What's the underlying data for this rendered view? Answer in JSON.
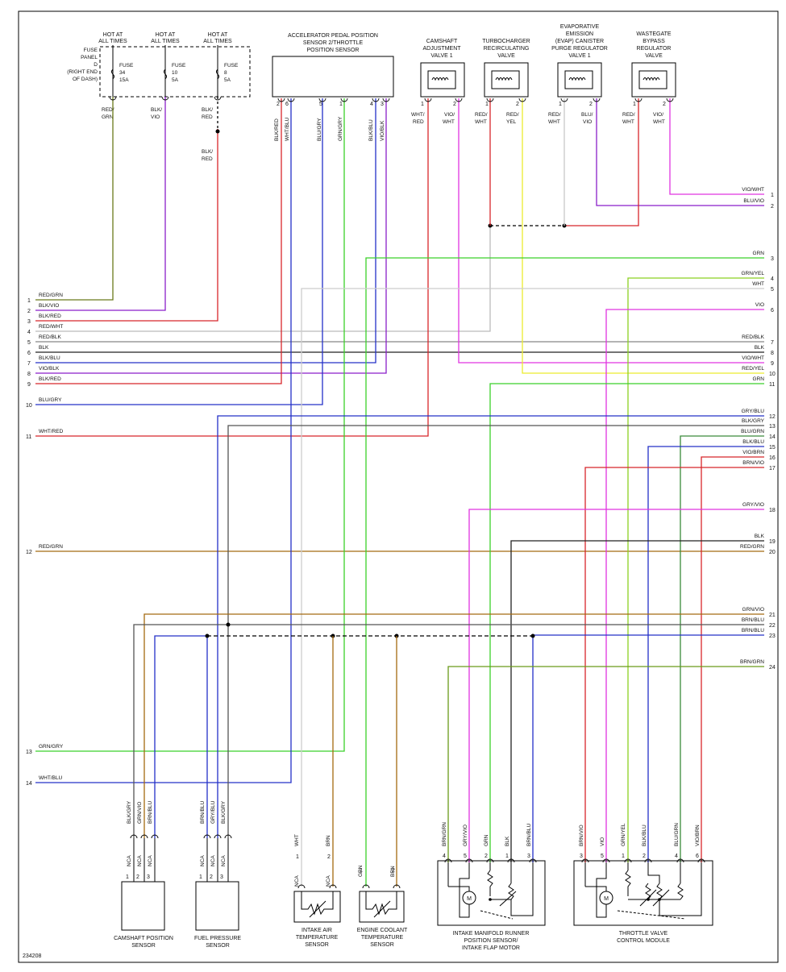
{
  "figure_id": "234208",
  "fuses": [
    {
      "hot": [
        "HOT AT",
        "ALL TIMES"
      ],
      "name": [
        "FUSE",
        "34",
        "15A"
      ],
      "wire": [
        "RED/",
        "GRN"
      ]
    },
    {
      "hot": [
        "HOT AT",
        "ALL TIMES"
      ],
      "name": [
        "FUSE",
        "10",
        "5A"
      ],
      "wire": [
        "BLK/",
        "VIO"
      ]
    },
    {
      "hot": [
        "HOT AT",
        "ALL TIMES"
      ],
      "name": [
        "FUSE",
        "8",
        "5A"
      ],
      "wire": [
        "BLK/",
        "RED"
      ],
      "wire2": [
        "BLK/",
        "RED"
      ]
    }
  ],
  "fuse_panel": [
    "FUSE",
    "PANEL",
    "D",
    "(RIGHT END",
    "OF DASH)"
  ],
  "top_components": [
    {
      "title": [
        "CAMSHAFT",
        "ADJUSTMENT",
        "VALVE 1"
      ],
      "pins": [
        "1",
        "2"
      ],
      "wires": [
        [
          "WHT/",
          "RED"
        ],
        [
          "VIO/",
          "WHT"
        ]
      ]
    },
    {
      "title": [
        "TURBOCHARGER",
        "RECIRCULATING",
        "VALVE"
      ],
      "pins": [
        "1",
        "2"
      ],
      "wires": [
        [
          "RED/",
          "WHT"
        ],
        [
          "RED/",
          "YEL"
        ]
      ]
    },
    {
      "title": [
        "EVAPORATIVE",
        "EMISSION",
        "(EVAP) CANISTER",
        "PURGE REGULATOR",
        "VALVE 1"
      ],
      "pins": [
        "1",
        "2"
      ],
      "wires": [
        [
          "RED/",
          "WHT"
        ],
        [
          "BLU/",
          "VIO"
        ]
      ]
    },
    {
      "title": [
        "WASTEGATE",
        "BYPASS",
        "REGULATOR",
        "VALVE"
      ],
      "pins": [
        "1",
        "2"
      ],
      "wires": [
        [
          "RED/",
          "WHT"
        ],
        [
          "VIO/",
          "WHT"
        ]
      ]
    }
  ],
  "app_sensor": {
    "title": [
      "ACCELERATOR PEDAL POSITION",
      "SENSOR 2/THROTTLE",
      "POSITION SENSOR"
    ],
    "pins": [
      "2",
      "6",
      "5",
      "1",
      "4",
      "3"
    ],
    "wires": [
      "BLK/RED",
      "WHT/BLU",
      "BLU/GRY",
      "GRN/GRY",
      "BLK/BLU",
      "VIO/BLK"
    ]
  },
  "left_connector": [
    {
      "pin": "1",
      "wire": "RED/GRN"
    },
    {
      "pin": "2",
      "wire": "BLK/VIO"
    },
    {
      "pin": "3",
      "wire": "BLK/RED"
    },
    {
      "pin": "4",
      "wire": "RED/WHT"
    },
    {
      "pin": "5",
      "wire": "RED/BLK"
    },
    {
      "pin": "6",
      "wire": "BLK"
    },
    {
      "pin": "7",
      "wire": "BLK/BLU"
    },
    {
      "pin": "8",
      "wire": "VIO/BLK"
    },
    {
      "pin": "9",
      "wire": "BLK/RED"
    },
    {
      "pin": "10",
      "wire": "BLU/GRY"
    },
    {
      "pin": "11",
      "wire": "WHT/RED"
    },
    {
      "pin": "12",
      "wire": "RED/GRN"
    },
    {
      "pin": "13",
      "wire": "GRN/GRY"
    },
    {
      "pin": "14",
      "wire": "WHT/BLU"
    }
  ],
  "right_connector": [
    {
      "pin": "1",
      "wire": "VIO/WHT"
    },
    {
      "pin": "2",
      "wire": "BLU/VIO"
    },
    {
      "pin": "3",
      "wire": "GRN"
    },
    {
      "pin": "4",
      "wire": "GRN/YEL"
    },
    {
      "pin": "5",
      "wire": "WHT"
    },
    {
      "pin": "6",
      "wire": "VIO"
    },
    {
      "pin": "7",
      "wire": "RED/BLK"
    },
    {
      "pin": "8",
      "wire": "BLK"
    },
    {
      "pin": "9",
      "wire": "VIO/WHT"
    },
    {
      "pin": "10",
      "wire": "RED/YEL"
    },
    {
      "pin": "11",
      "wire": "GRN"
    },
    {
      "pin": "12",
      "wire": "GRY/BLU"
    },
    {
      "pin": "13",
      "wire": "BLK/GRY"
    },
    {
      "pin": "14",
      "wire": "BLU/GRN"
    },
    {
      "pin": "15",
      "wire": "BLK/BLU"
    },
    {
      "pin": "16",
      "wire": "VIO/BRN"
    },
    {
      "pin": "17",
      "wire": "BRN/VIO"
    },
    {
      "pin": "18",
      "wire": "GRY/VIO"
    },
    {
      "pin": "19",
      "wire": "BLK"
    },
    {
      "pin": "20",
      "wire": "RED/GRN"
    },
    {
      "pin": "21",
      "wire": "GRN/VIO"
    },
    {
      "pin": "22",
      "wire": "BRN/BLU"
    },
    {
      "pin": "23",
      "wire": "BRN/BLU"
    },
    {
      "pin": "24",
      "wire": "BRN/GRN"
    }
  ],
  "bottom_components": [
    {
      "title": [
        "CAMSHAFT POSITION",
        "SENSOR"
      ],
      "pins": [
        "1",
        "2",
        "3"
      ],
      "nca": [
        "NCA",
        "NCA",
        "NCA"
      ],
      "wires": [
        "BLK/GRY",
        "GRN/VIO",
        "BRN/BLU"
      ]
    },
    {
      "title": [
        "FUEL PRESSURE",
        "SENSOR"
      ],
      "pins": [
        "1",
        "2",
        "3"
      ],
      "nca": [
        "NCA",
        "NCA",
        "NCA"
      ],
      "wires": [
        "BRN/BLU",
        "GRY/BLU",
        "BLK/GRY"
      ]
    },
    {
      "title": [
        "INTAKE AIR",
        "TEMPERATURE",
        "SENSOR"
      ],
      "pins": [
        "1",
        "2"
      ],
      "nca": [
        "NCA",
        "NCA"
      ],
      "wires": [
        "WHT",
        "BRN"
      ]
    },
    {
      "title": [
        "ENGINE COOLANT",
        "TEMPERATURE",
        "SENSOR"
      ],
      "pins": [
        "1",
        "2"
      ],
      "wires": [
        "GRN",
        "BRN"
      ]
    },
    {
      "title": [
        "INTAKE MANIFOLD RUNNER",
        "POSITION SENSOR/",
        "INTAKE FLAP MOTOR"
      ],
      "pins": [
        "4",
        "5",
        "2",
        "1",
        "3"
      ],
      "wires": [
        "BRN/GRN",
        "GRY/VIO",
        "GRN",
        "BLK",
        "BRN/BLU"
      ],
      "motor": "M"
    },
    {
      "title": [
        "THROTTLE VALVE",
        "CONTROL MODULE"
      ],
      "pins": [
        "3",
        "5",
        "1",
        "2",
        "4",
        "6"
      ],
      "wires": [
        "BRN/VIO",
        "VIO",
        "GRN/YEL",
        "BLK/BLU",
        "BLU/GRN",
        "VIO/BRN"
      ],
      "motor": "M"
    }
  ],
  "colors": {
    "RED": "#d8262b",
    "GRN": "#3bd12a",
    "BLK": "#222222",
    "VIO": "#8a1fc9",
    "MAG": "#e034e0",
    "BLU": "#2430c8",
    "GRY": "#5f5f5f",
    "WHT": "#c8c8c8",
    "YEL": "#ecec2e",
    "BRN": "#a36a10",
    "OLIVE": "#6a7a1a",
    "DGRY": "#666666"
  }
}
